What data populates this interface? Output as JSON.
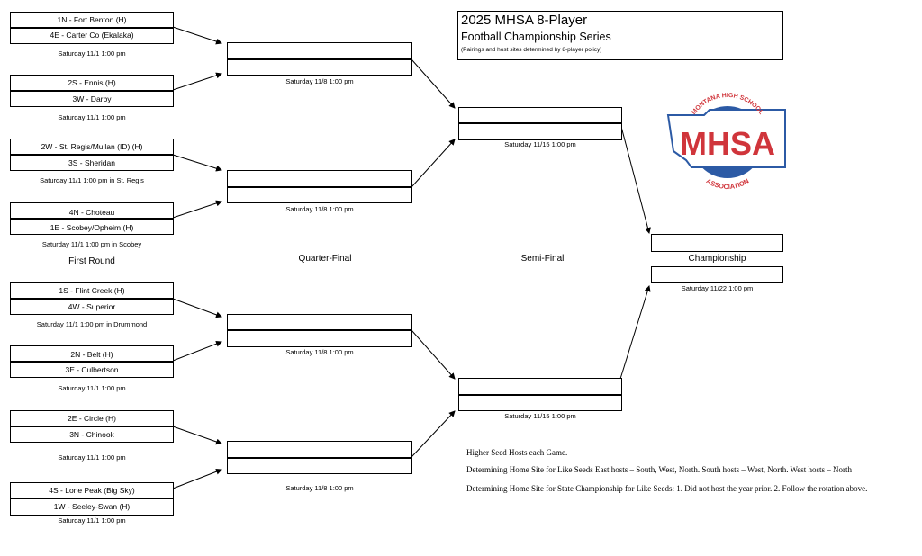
{
  "title": {
    "line1": "2025 MHSA 8-Player",
    "line2": "Football Championship Series",
    "line3": "(Pairings and host sites determined by 8-player policy)"
  },
  "logo": {
    "arc_top": "MONTANA HIGH SCHOOL",
    "letters": "MHSA",
    "arc_bottom": "ASSOCIATION",
    "red": "#d0353b",
    "blue": "#2c5aa5"
  },
  "first_round": [
    {
      "top": "1N - Fort Benton (H)",
      "bottom": "4E - Carter Co (Ekalaka)",
      "date": "Saturday 11/1  1:00 pm"
    },
    {
      "top": "2S - Ennis (H)",
      "bottom": "3W - Darby",
      "date": "Saturday 11/1  1:00 pm"
    },
    {
      "top": "2W - St. Regis/Mullan (ID) (H)",
      "bottom": "3S - Sheridan",
      "date": "Saturday 11/1  1:00 pm in St. Regis"
    },
    {
      "top": "4N - Choteau",
      "bottom": "1E - Scobey/Opheim (H)",
      "date": "Saturday 11/1  1:00 pm in Scobey"
    },
    {
      "top": "1S - Flint Creek (H)",
      "bottom": "4W - Superior",
      "date": "Saturday 11/1  1:00 pm in Drummond"
    },
    {
      "top": "2N - Belt (H)",
      "bottom": "3E - Culbertson",
      "date": "Saturday 11/1  1:00 pm"
    },
    {
      "top": "2E - Circle (H)",
      "bottom": "3N - Chinook",
      "date": "Saturday 11/1  1:00 pm"
    },
    {
      "top": "4S - Lone Peak (Big Sky)",
      "bottom": "1W - Seeley-Swan (H)",
      "date": "Saturday 11/1  1:00 pm"
    }
  ],
  "quarter_final_dates": [
    "Saturday 11/8 1:00 pm",
    "Saturday 11/8 1:00 pm",
    "Saturday 11/8 1:00 pm",
    "Saturday 11/8 1:00 pm"
  ],
  "semi_final_dates": [
    "Saturday 11/15  1:00 pm",
    "Saturday 11/15  1:00 pm"
  ],
  "championship": {
    "label": "Championship",
    "date": "Saturday 11/22  1:00 pm"
  },
  "round_labels": {
    "first": "First Round",
    "quarter": "Quarter-Final",
    "semi": "Semi-Final"
  },
  "notes": [
    "Higher Seed Hosts each Game.",
    "Determining Home Site for Like Seeds  East hosts – South, West, North.   South hosts – West, North.  West hosts – North",
    "Determining Home Site for State Championship for Like Seeds: 1. Did not host the year prior. 2. Follow the rotation above."
  ]
}
